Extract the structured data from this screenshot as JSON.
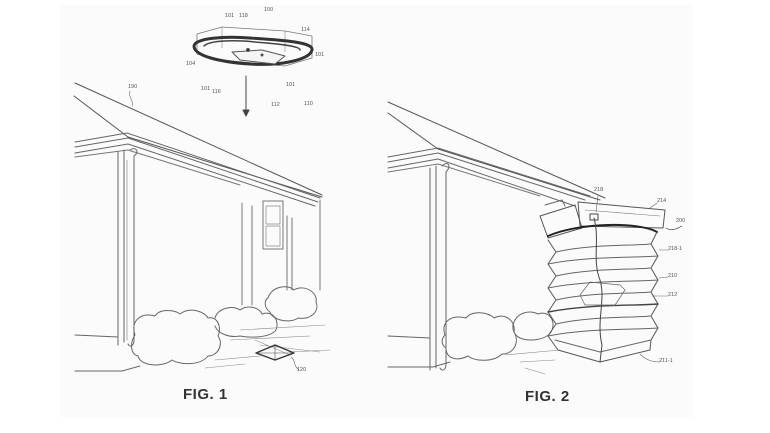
{
  "figures": [
    {
      "caption": "FIG. 1",
      "refs": {
        "drone": "100",
        "prop_a": "101",
        "label_118": "118",
        "label_114": "114",
        "prop_b": "101",
        "label_104": "104",
        "prop_c": "101",
        "label_116": "116",
        "label_112": "112",
        "prop_d": "101",
        "label_110": "110",
        "roof": "190",
        "package": "120"
      }
    },
    {
      "caption": "FIG. 2",
      "refs": {
        "label_218": "218",
        "label_214": "214",
        "label_200": "200",
        "label_218_1": "218-1",
        "label_210": "210",
        "label_212": "212",
        "label_211_1": "211-1"
      }
    }
  ]
}
